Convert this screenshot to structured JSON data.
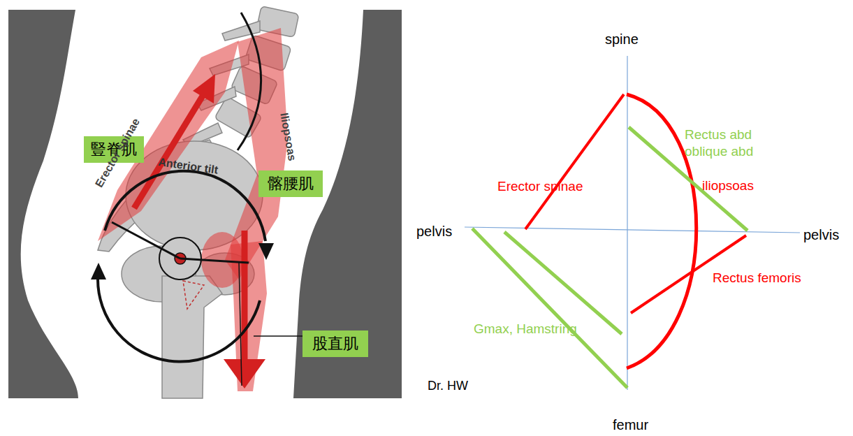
{
  "diagram": {
    "nodes": [
      {
        "text": [
          "豎脊肌"
        ]
      },
      {
        "text": [
          "髂腰肌"
        ]
      },
      {
        "text": [
          "股直肌"
        ]
      }
    ],
    "labels": [
      "Erector spinae",
      "Anterior tilt",
      "Iliopsoas",
      "spine",
      "Rectus abd oblique abd",
      "Erector spinae",
      "iliopsoas",
      "pelvis",
      "pelvis",
      "Rectus femoris",
      "Gmax, Hamstring",
      "Dr. HW",
      "femur"
    ]
  }
}
